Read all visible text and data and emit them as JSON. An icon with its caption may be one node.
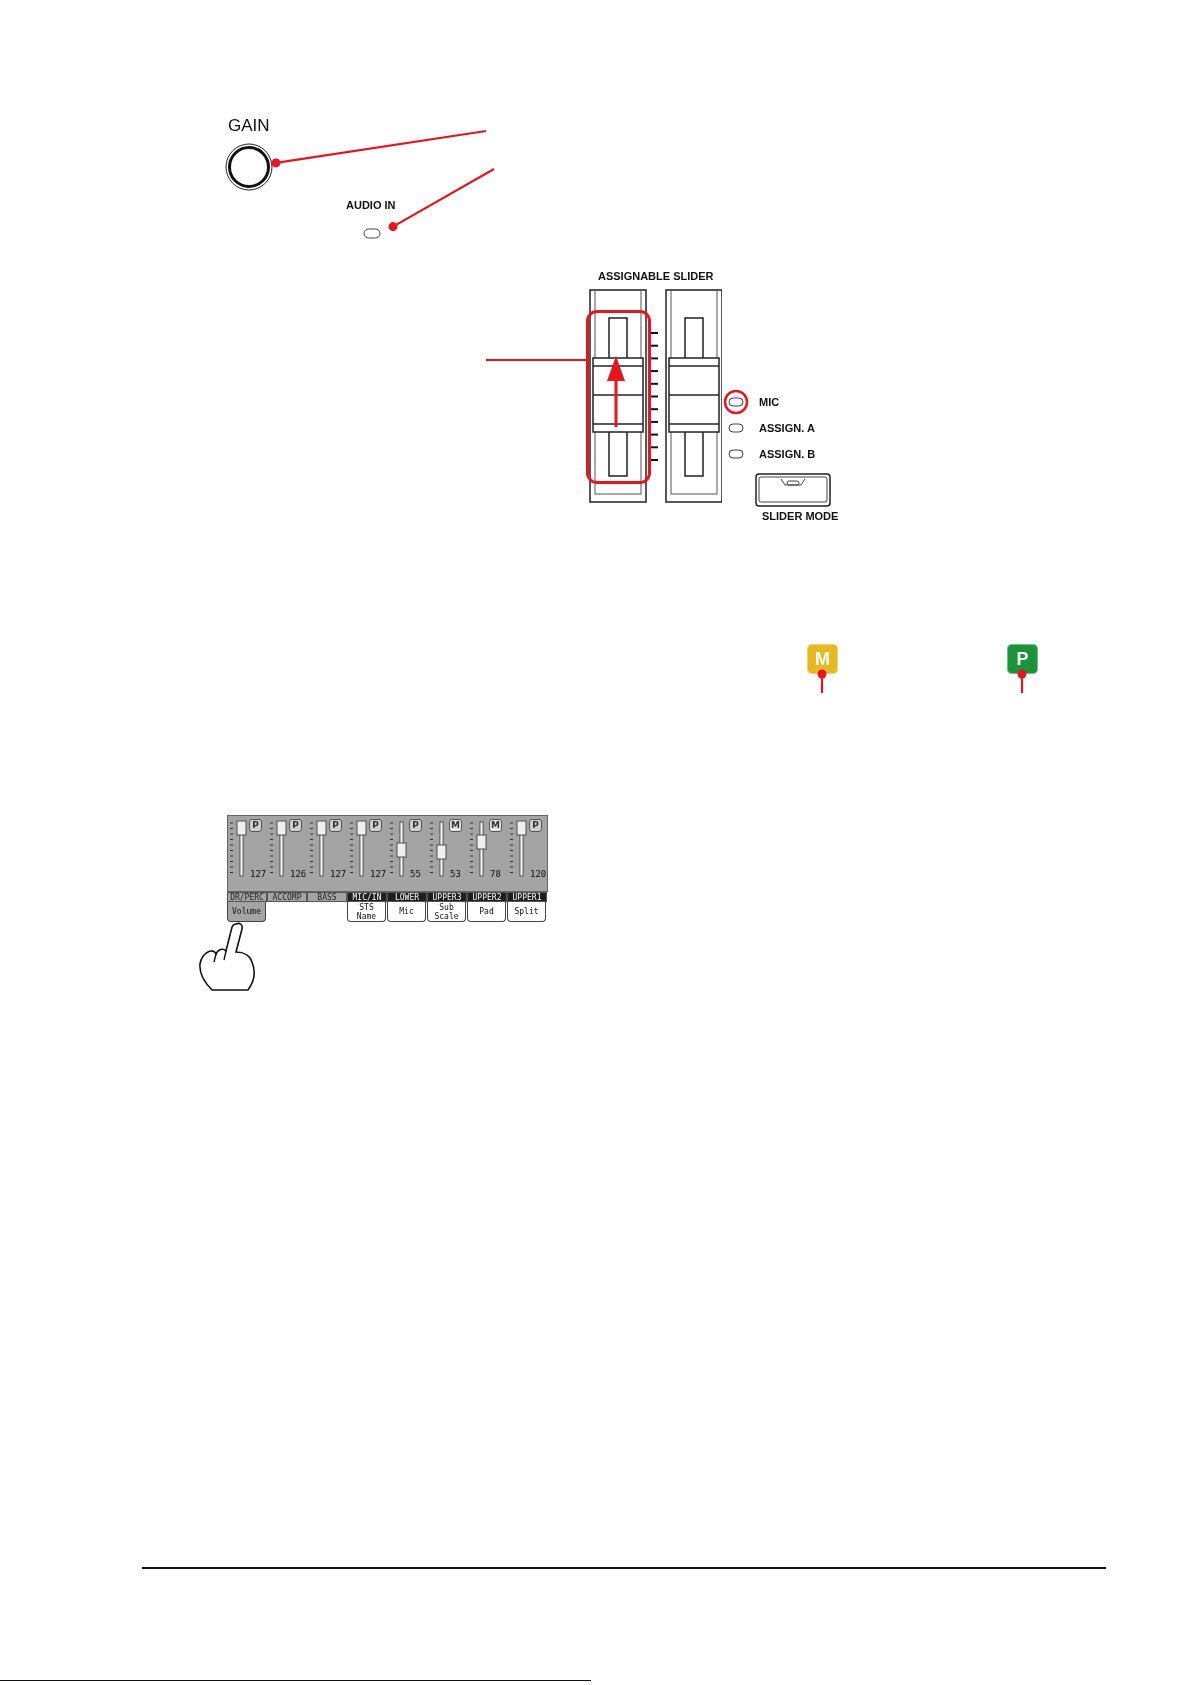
{
  "diagram": {
    "nodes": [
      {
        "text": [
          "GAIN"
        ]
      },
      {
        "text": [
          "AUDIO IN"
        ]
      },
      {
        "text": [],
        "shape": "box"
      },
      {
        "text": [
          "M"
        ]
      },
      {
        "text": [
          "P"
        ]
      }
    ],
    "edges": [
      {
        "from": null,
        "to": 0,
        "arrow": "other"
      },
      {
        "from": null,
        "to": 1,
        "arrow": "other"
      },
      {
        "from": null,
        "to": 2,
        "arrow": "none"
      },
      {
        "from": null,
        "to": 3,
        "arrow": "other"
      },
      {
        "from": null,
        "to": 4,
        "arrow": "other"
      }
    ],
    "labels": [
      "ASSIGNABLE SLIDER",
      "MIC",
      "ASSIGN. A",
      "ASSIGN. B",
      "SLIDER MODE",
      "P",
      "P",
      "P",
      "P",
      "P",
      "M",
      "M",
      "P",
      "127",
      "126",
      "127",
      "127",
      "55",
      "53",
      "78",
      "120",
      "DR/PERC",
      "ACCOMP",
      "BASS",
      "MIC/IN",
      "LOWER",
      "UPPER3",
      "UPPER2",
      "UPPER1",
      "Volume",
      "STS Name",
      "Mic",
      "Sub Scale",
      "Pad",
      "Split"
    ]
  }
}
